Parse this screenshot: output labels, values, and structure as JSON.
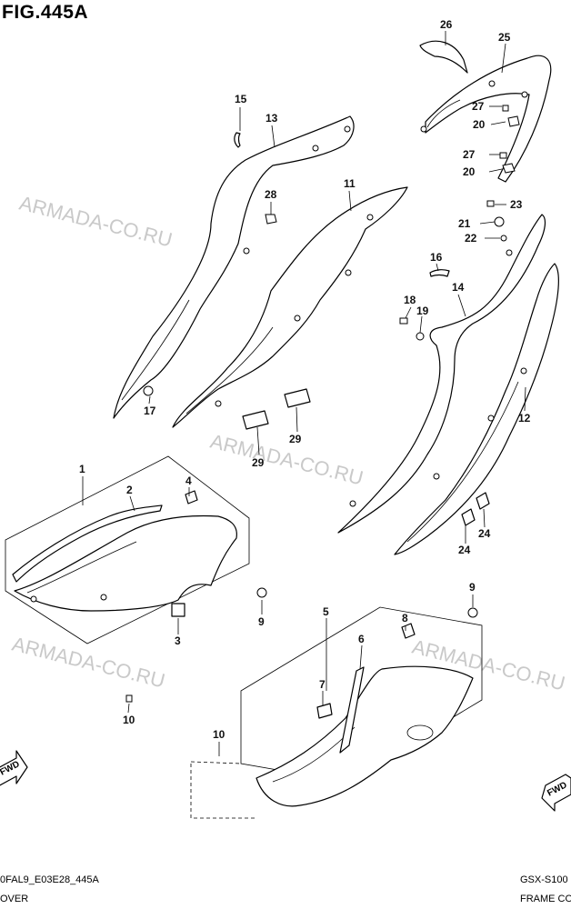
{
  "figure": {
    "title": "FIG.445A"
  },
  "watermarks": [
    "ARMADA-CO.RU",
    "ARMADA-CO.RU",
    "ARMADA-CO.RU",
    "ARMADA-CO.RU"
  ],
  "callouts": {
    "n1": "1",
    "n2": "2",
    "n3": "3",
    "n4": "4",
    "n5": "5",
    "n6": "6",
    "n7": "7",
    "n8": "8",
    "n9a": "9",
    "n9b": "9",
    "n10a": "10",
    "n10b": "10",
    "n11": "11",
    "n12": "12",
    "n13": "13",
    "n14": "14",
    "n15": "15",
    "n16": "16",
    "n17": "17",
    "n18": "18",
    "n19": "19",
    "n20a": "20",
    "n20b": "20",
    "n21": "21",
    "n22": "22",
    "n23": "23",
    "n24a": "24",
    "n24b": "24",
    "n25": "25",
    "n26": "26",
    "n27a": "27",
    "n27b": "27",
    "n28": "28",
    "n29a": "29",
    "n29b": "29"
  },
  "fwd_labels": {
    "left": "FWD",
    "right": "FWD"
  },
  "footer": {
    "code": "0FAL9_E03E28_445A",
    "left_caption": "OVER",
    "model": "GSX-S100",
    "right_caption": "FRAME CO"
  },
  "icons": {
    "direction": "fwd-arrow-icon"
  }
}
